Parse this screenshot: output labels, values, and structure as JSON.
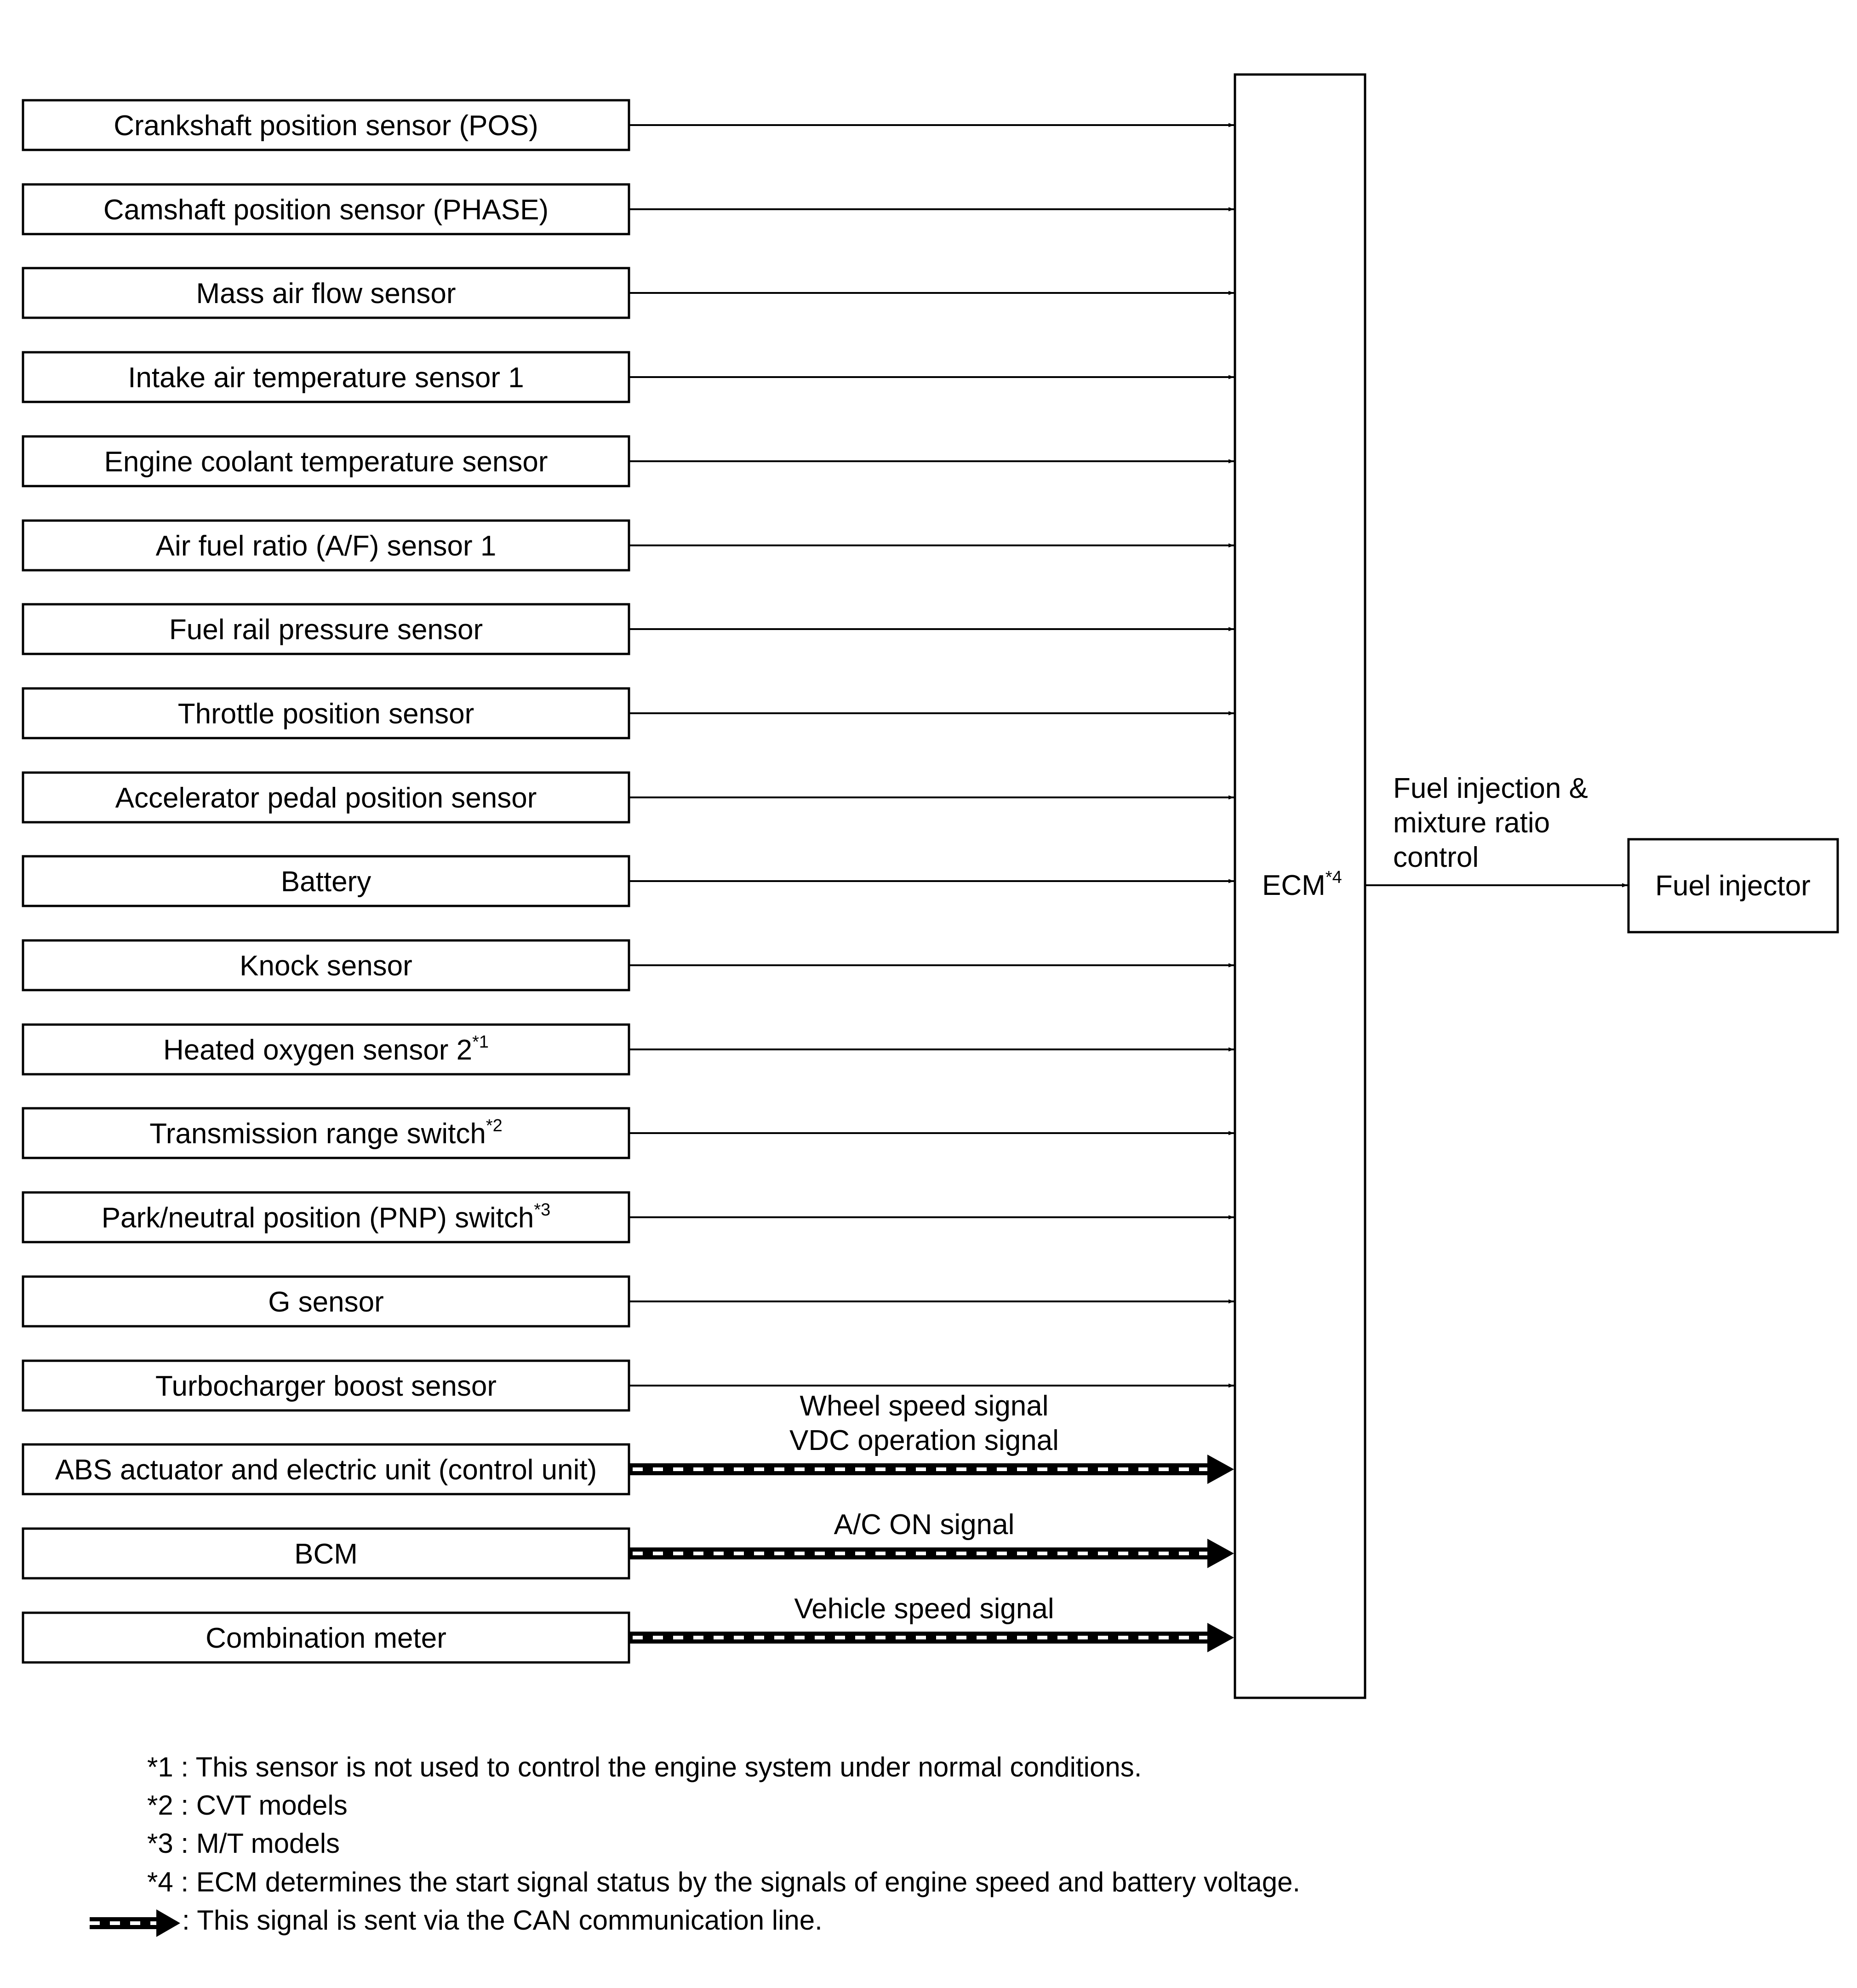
{
  "inputs": [
    {
      "label": "Crankshaft position sensor (POS)",
      "sup": "",
      "can": false
    },
    {
      "label": "Camshaft position sensor (PHASE)",
      "sup": "",
      "can": false
    },
    {
      "label": "Mass air flow sensor",
      "sup": "",
      "can": false
    },
    {
      "label": "Intake air temperature sensor 1",
      "sup": "",
      "can": false
    },
    {
      "label": "Engine coolant temperature sensor",
      "sup": "",
      "can": false
    },
    {
      "label": "Air fuel ratio (A/F) sensor 1",
      "sup": "",
      "can": false
    },
    {
      "label": "Fuel rail pressure sensor",
      "sup": "",
      "can": false
    },
    {
      "label": "Throttle position sensor",
      "sup": "",
      "can": false
    },
    {
      "label": "Accelerator pedal position sensor",
      "sup": "",
      "can": false
    },
    {
      "label": "Battery",
      "sup": "",
      "can": false
    },
    {
      "label": "Knock sensor",
      "sup": "",
      "can": false
    },
    {
      "label": "Heated oxygen sensor 2",
      "sup": "*1",
      "can": false
    },
    {
      "label": "Transmission range switch",
      "sup": "*2",
      "can": false
    },
    {
      "label": "Park/neutral position (PNP) switch",
      "sup": "*3",
      "can": false
    },
    {
      "label": "G sensor",
      "sup": "",
      "can": false
    },
    {
      "label": "Turbocharger boost sensor",
      "sup": "",
      "can": false
    },
    {
      "label": "ABS actuator and electric unit (control unit)",
      "sup": "",
      "can": true,
      "signals": [
        "Wheel speed signal",
        "VDC operation signal"
      ]
    },
    {
      "label": "BCM",
      "sup": "",
      "can": true,
      "signals": [
        "A/C ON signal"
      ]
    },
    {
      "label": "Combination meter",
      "sup": "",
      "can": true,
      "signals": [
        "Vehicle speed signal"
      ]
    }
  ],
  "ecm": {
    "label": "ECM",
    "sup": "*4"
  },
  "output": {
    "signal": [
      "Fuel injection &",
      "mixture ratio",
      "control"
    ],
    "label": "Fuel injector"
  },
  "notes": [
    "*1 : This sensor is not used to control the engine system under normal conditions.",
    "*2 : CVT models",
    "*3 : M/T models",
    "*4 : ECM determines the start signal status by the signals of engine speed and battery voltage."
  ],
  "legend": {
    "text": ": This signal is sent via the CAN communication line."
  }
}
